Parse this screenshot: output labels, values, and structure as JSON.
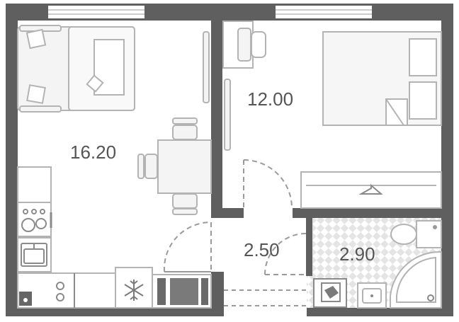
{
  "plan": {
    "rooms": [
      {
        "id": "living-kitchen",
        "area_label": "16.20"
      },
      {
        "id": "bedroom",
        "area_label": "12.00"
      },
      {
        "id": "hallway",
        "area_label": "2.50"
      },
      {
        "id": "bathroom",
        "area_label": "2.90"
      }
    ]
  },
  "colors": {
    "wall": "#5f5f5f",
    "furniture_stroke": "#b3b3b3",
    "furniture_fill": "#f4f4f4",
    "bathroom_tile": "#e3e3e3",
    "label": "#555555"
  },
  "icons": [
    "snowflake-icon",
    "hanger-icon",
    "toilet-icon",
    "sink-icon",
    "shower-icon",
    "washing-machine-icon",
    "stove-icon"
  ]
}
